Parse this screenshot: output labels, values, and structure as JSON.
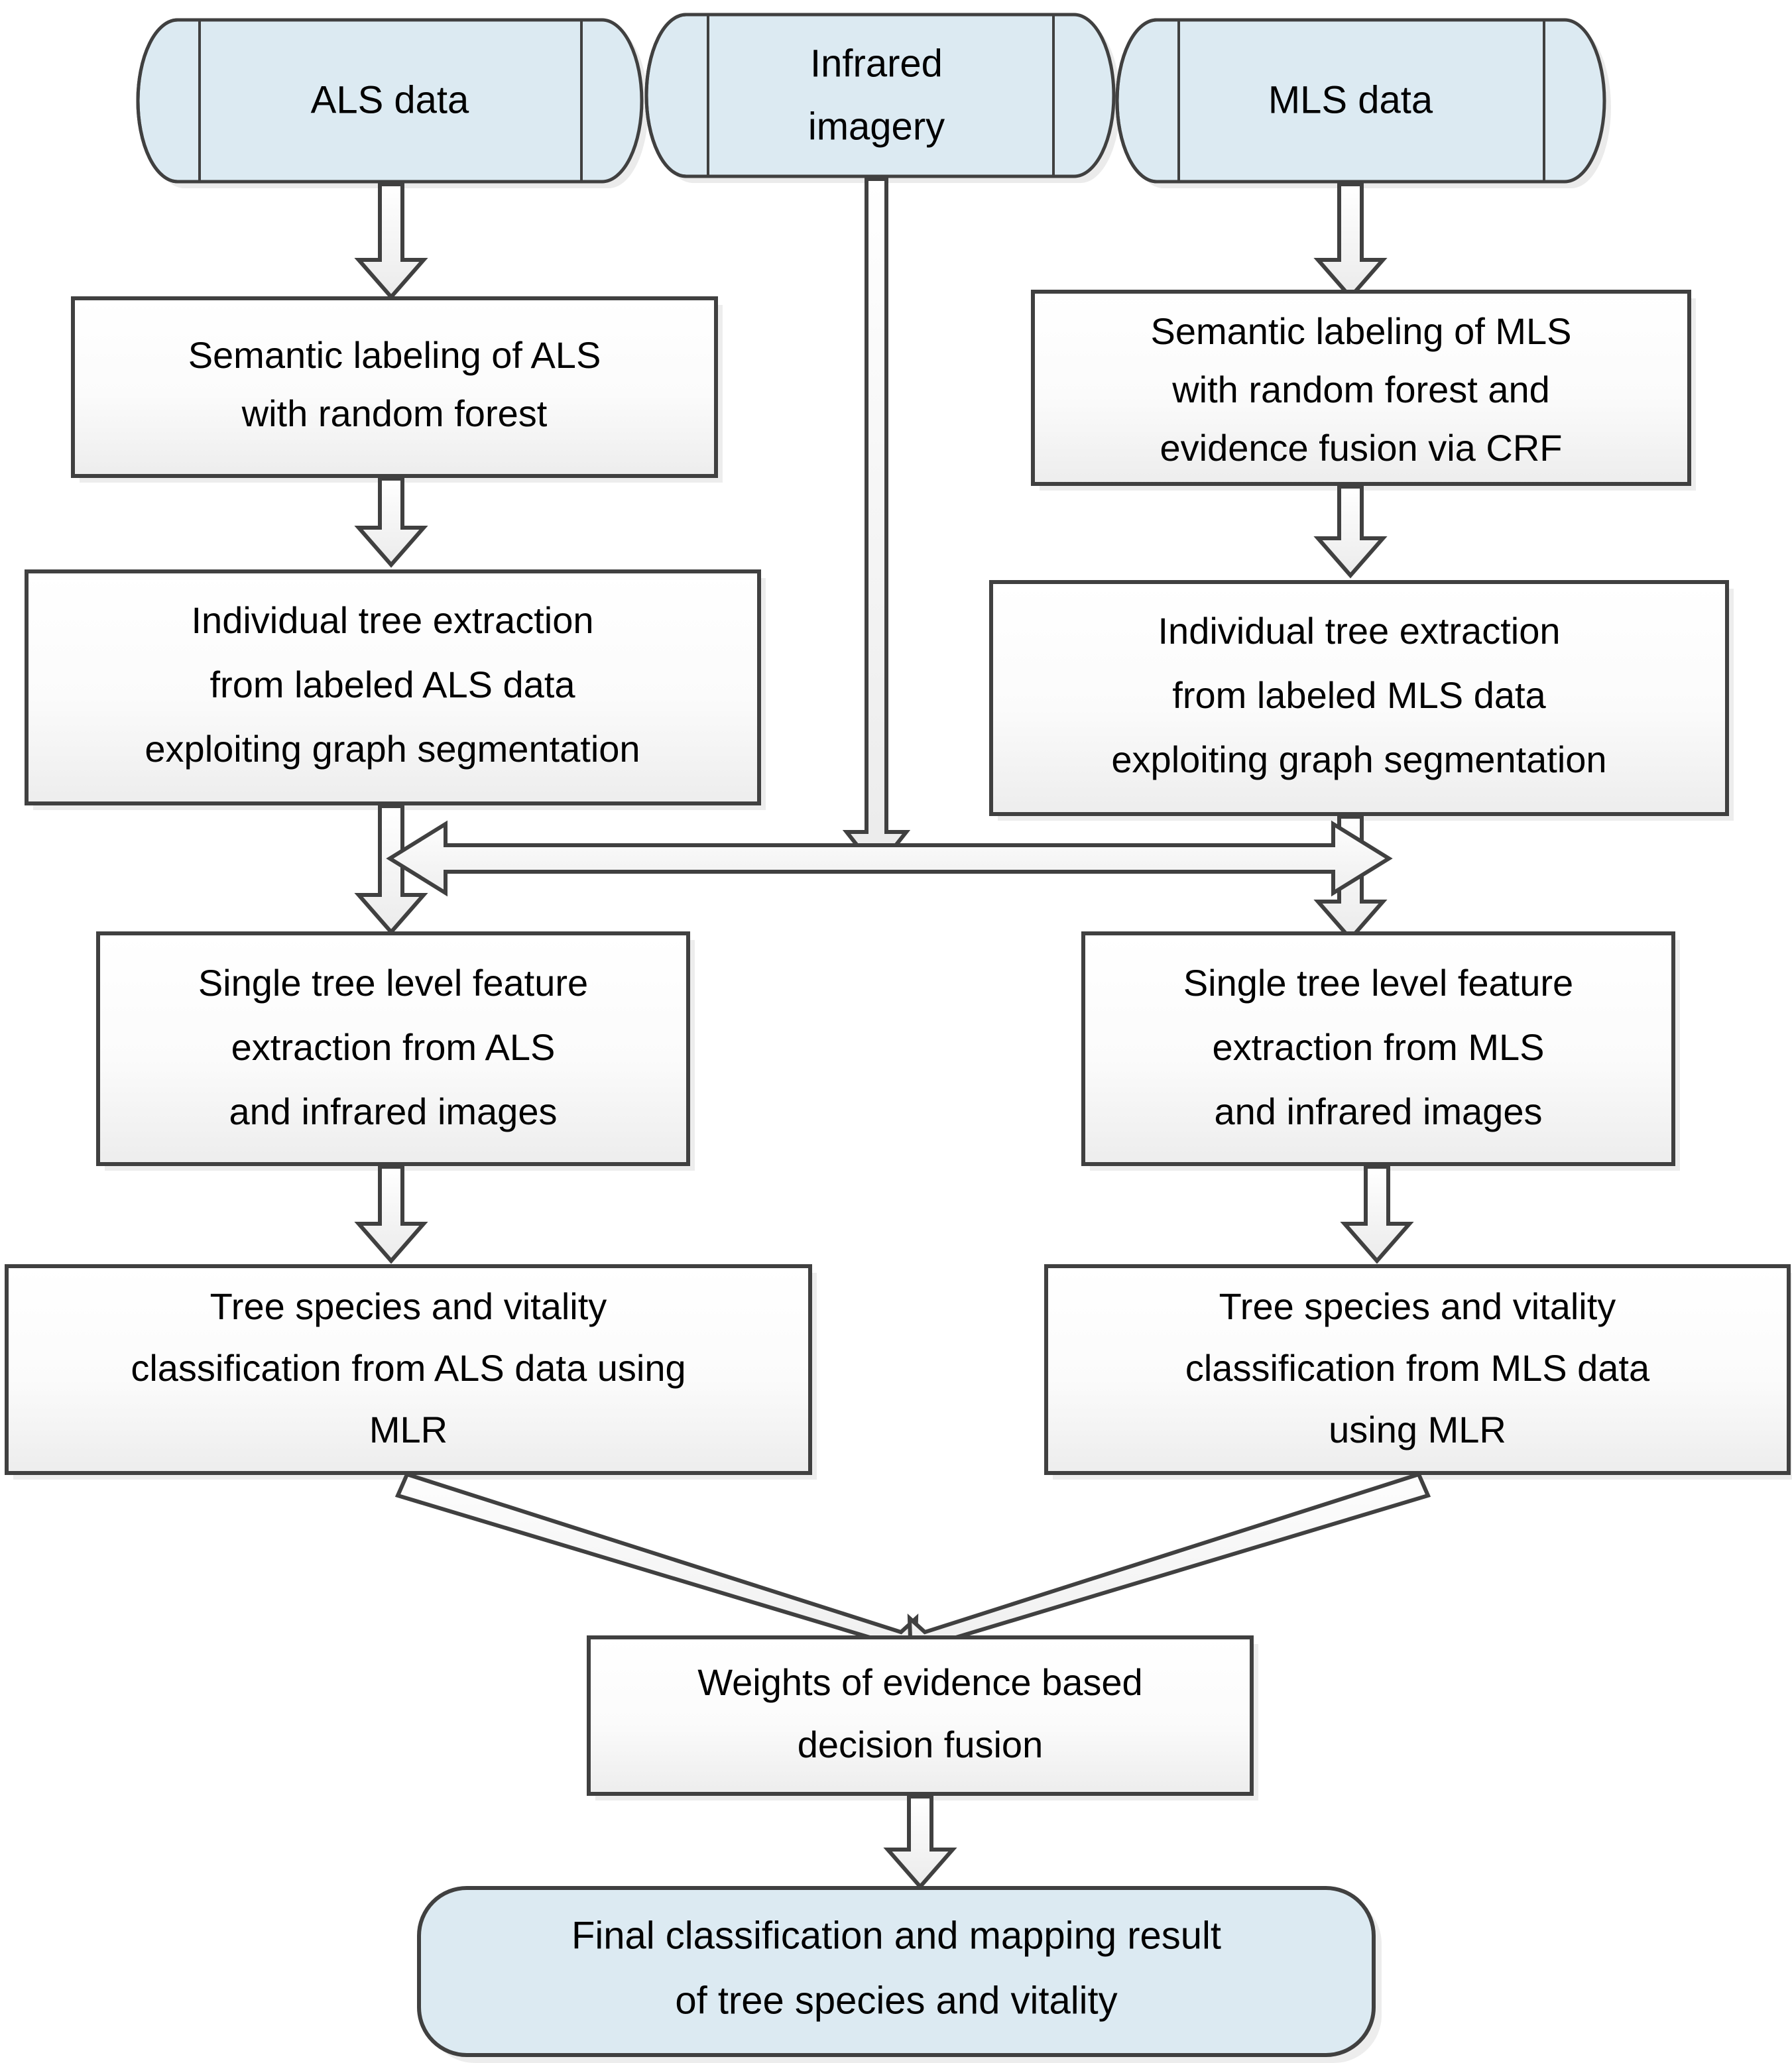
{
  "diagram": {
    "title": "Tree species and vitality classification workflow from ALS, MLS and infrared data",
    "type": "flowchart",
    "colors": {
      "data_node_fill": "#dceaf2",
      "process_node_fill_top": "#ffffff",
      "process_node_fill_bottom": "#efefef",
      "stroke": "#404040",
      "arrow_fill": "#f7f7f7",
      "text": "#000000",
      "shadow": "#d9d9d9"
    },
    "inputs": [
      {
        "id": "als-data",
        "label": "ALS data",
        "shape": "cylinder"
      },
      {
        "id": "infrared-imagery",
        "label_line1": "Infrared",
        "label_line2": "imagery",
        "label": "Infrared imagery",
        "shape": "cylinder"
      },
      {
        "id": "mls-data",
        "label": "MLS data",
        "shape": "cylinder"
      }
    ],
    "processes": [
      {
        "id": "semantic-labeling-als",
        "shape": "rectangle",
        "lines": [
          "Semantic labeling of ALS",
          "with random forest"
        ]
      },
      {
        "id": "semantic-labeling-mls",
        "shape": "rectangle",
        "lines": [
          "Semantic labeling of MLS",
          "with random forest and",
          "evidence fusion via CRF"
        ]
      },
      {
        "id": "tree-extraction-als",
        "shape": "rectangle",
        "lines": [
          "Individual tree  extraction",
          "from labeled ALS data",
          "exploiting graph segmentation"
        ]
      },
      {
        "id": "tree-extraction-mls",
        "shape": "rectangle",
        "lines": [
          "Individual tree  extraction",
          "from labeled MLS data",
          "exploiting graph segmentation"
        ]
      },
      {
        "id": "feature-extraction-als",
        "shape": "rectangle",
        "lines": [
          "Single tree level feature",
          "extraction from ALS",
          "and infrared images"
        ]
      },
      {
        "id": "feature-extraction-mls",
        "shape": "rectangle",
        "lines": [
          "Single tree level feature",
          "extraction from MLS",
          "and infrared images"
        ]
      },
      {
        "id": "classification-als",
        "shape": "rectangle",
        "lines": [
          "Tree species and vitality",
          "classification from ALS data using",
          "MLR"
        ]
      },
      {
        "id": "classification-mls",
        "shape": "rectangle",
        "lines": [
          "Tree species  and vitality",
          "classification from MLS data",
          "using MLR"
        ]
      },
      {
        "id": "decision-fusion",
        "shape": "rectangle",
        "lines": [
          "Weights of evidence based",
          "decision fusion"
        ]
      }
    ],
    "output": {
      "id": "final-result",
      "shape": "rounded-rectangle",
      "lines": [
        "Final classification and mapping  result",
        "of tree  species and vitality"
      ]
    },
    "connectors": [
      {
        "id": "als-to-semantic-als",
        "from": "als-data",
        "to": "semantic-labeling-als",
        "kind": "block-arrow-down"
      },
      {
        "id": "mls-to-semantic-mls",
        "from": "mls-data",
        "to": "semantic-labeling-mls",
        "kind": "block-arrow-down"
      },
      {
        "id": "infrared-to-shared-bus",
        "from": "infrared-imagery",
        "to": "shared-bus",
        "kind": "block-arrow-down"
      },
      {
        "id": "semantic-als-to-extraction-als",
        "from": "semantic-labeling-als",
        "to": "tree-extraction-als",
        "kind": "block-arrow-down"
      },
      {
        "id": "semantic-mls-to-extraction-mls",
        "from": "semantic-labeling-mls",
        "to": "tree-extraction-mls",
        "kind": "block-arrow-down"
      },
      {
        "id": "extraction-als-to-feature-als",
        "from": "tree-extraction-als",
        "to": "feature-extraction-als",
        "kind": "block-arrow-down"
      },
      {
        "id": "extraction-mls-to-feature-mls",
        "from": "tree-extraction-mls",
        "to": "feature-extraction-mls",
        "kind": "block-arrow-down"
      },
      {
        "id": "shared-bus",
        "from": "tree-extraction-als",
        "to": "tree-extraction-mls",
        "kind": "block-arrow-double-horizontal"
      },
      {
        "id": "feature-als-to-class-als",
        "from": "feature-extraction-als",
        "to": "classification-als",
        "kind": "block-arrow-down"
      },
      {
        "id": "feature-mls-to-class-mls",
        "from": "feature-extraction-mls",
        "to": "classification-mls",
        "kind": "block-arrow-down"
      },
      {
        "id": "class-als-to-fusion",
        "from": "classification-als",
        "to": "decision-fusion",
        "kind": "block-arrow-diagonal"
      },
      {
        "id": "class-mls-to-fusion",
        "from": "classification-mls",
        "to": "decision-fusion",
        "kind": "block-arrow-diagonal"
      },
      {
        "id": "fusion-to-final",
        "from": "decision-fusion",
        "to": "final-result",
        "kind": "block-arrow-down"
      }
    ]
  }
}
